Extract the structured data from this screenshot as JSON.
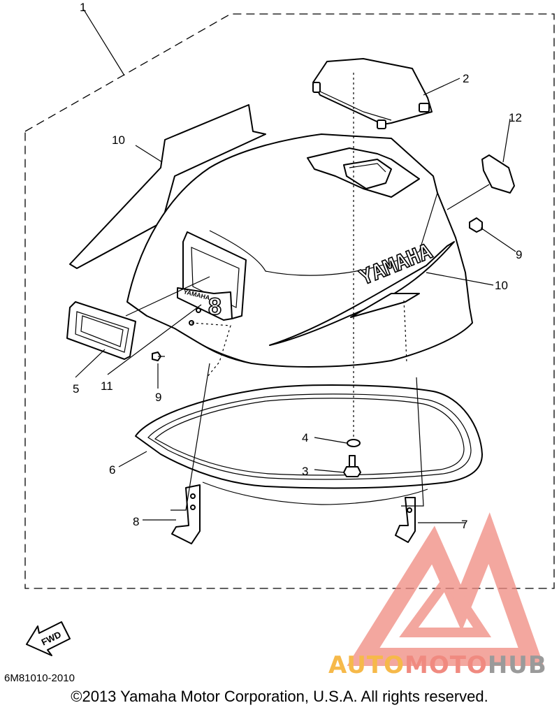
{
  "callouts": [
    "1",
    "2",
    "3",
    "4",
    "5",
    "6",
    "7",
    "8",
    "9",
    "9",
    "10",
    "10",
    "11",
    "12"
  ],
  "cowl_brand": "YAMAHA",
  "decal_brand": "YAMAHA",
  "decal_number": "8",
  "fwd_label": "FWD",
  "part_code": "6M81010-2010",
  "copyright": "©2013 Yamaha Motor Corporation, U.S.A. All rights reserved.",
  "watermark": {
    "auto": "AUTO",
    "moto": "MOTO",
    "hub": "HUB",
    "colors": {
      "auto": "#f6b94a",
      "moto": "#f08a80",
      "hub": "#9a9a9a",
      "logo": "#f08a80"
    }
  }
}
